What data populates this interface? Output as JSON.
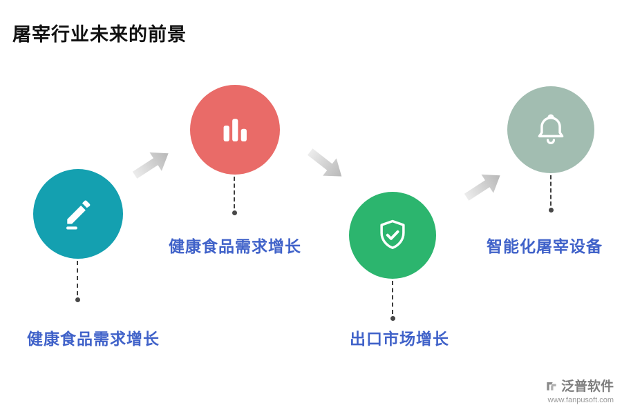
{
  "title": "屠宰行业未来的前景",
  "steps": [
    {
      "label": "健康食品需求增长",
      "color": "#14a0b0",
      "icon": "pencil-icon"
    },
    {
      "label": "健康食品需求增长",
      "color": "#e96b68",
      "icon": "bar-chart-icon"
    },
    {
      "label": "出口市场增长",
      "color": "#2cb56e",
      "icon": "shield-check-icon"
    },
    {
      "label": "智能化屠宰设备",
      "color": "#a2bdb1",
      "icon": "bell-icon"
    }
  ],
  "colors": {
    "label_text": "#4062c9",
    "arrow_gray": "#c2c2c2",
    "connector": "#3c3c3c"
  },
  "footer": {
    "brand": "泛普软件",
    "website": "www.fanpusoft.com"
  }
}
